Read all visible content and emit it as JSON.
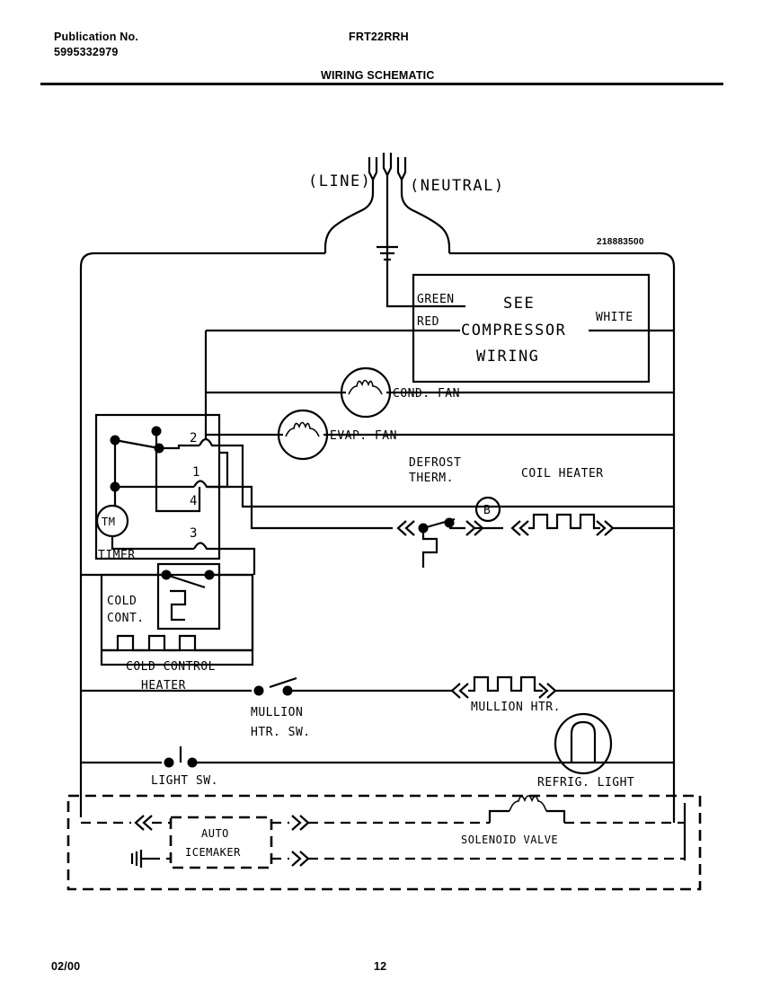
{
  "header": {
    "publication_label": "Publication No.",
    "publication_number": "5995332979",
    "model_number": "FRT22RRH",
    "title": "WIRING SCHEMATIC"
  },
  "footer": {
    "date": "02/00",
    "page": "12"
  },
  "schematic": {
    "part_number": "218883500",
    "supply": {
      "line": "(LINE)",
      "neutral": "(NEUTRAL)"
    },
    "compressor_box": {
      "line1": "SEE",
      "line2": "COMPRESSOR",
      "line3": "WIRING",
      "lead_green": "GREEN",
      "lead_red": "RED",
      "lead_white": "WHITE"
    },
    "components": {
      "cond_fan": "COND. FAN",
      "evap_fan": "EVAP. FAN",
      "defrost_therm_line1": "DEFROST",
      "defrost_therm_line2": "THERM.",
      "bimetal_marker": "B",
      "coil_heater": "COIL HEATER",
      "timer": "TIMER",
      "timer_motor": "TM",
      "cold_cont_line1": "COLD",
      "cold_cont_line2": "CONT.",
      "cold_control_heater_line1": "COLD CONTROL",
      "cold_control_heater_line2": "HEATER",
      "mullion_htr_sw_line1": "MULLION",
      "mullion_htr_sw_line2": "HTR. SW.",
      "mullion_htr": "MULLION HTR.",
      "light_sw": "LIGHT SW.",
      "refrig_light": "REFRIG. LIGHT",
      "auto_icemaker_line1": "AUTO",
      "auto_icemaker_line2": "ICEMAKER",
      "solenoid_valve": "SOLENOID VALVE"
    },
    "timer_terminals": {
      "t2": "2",
      "t1": "1",
      "t4": "4",
      "t3": "3"
    }
  }
}
